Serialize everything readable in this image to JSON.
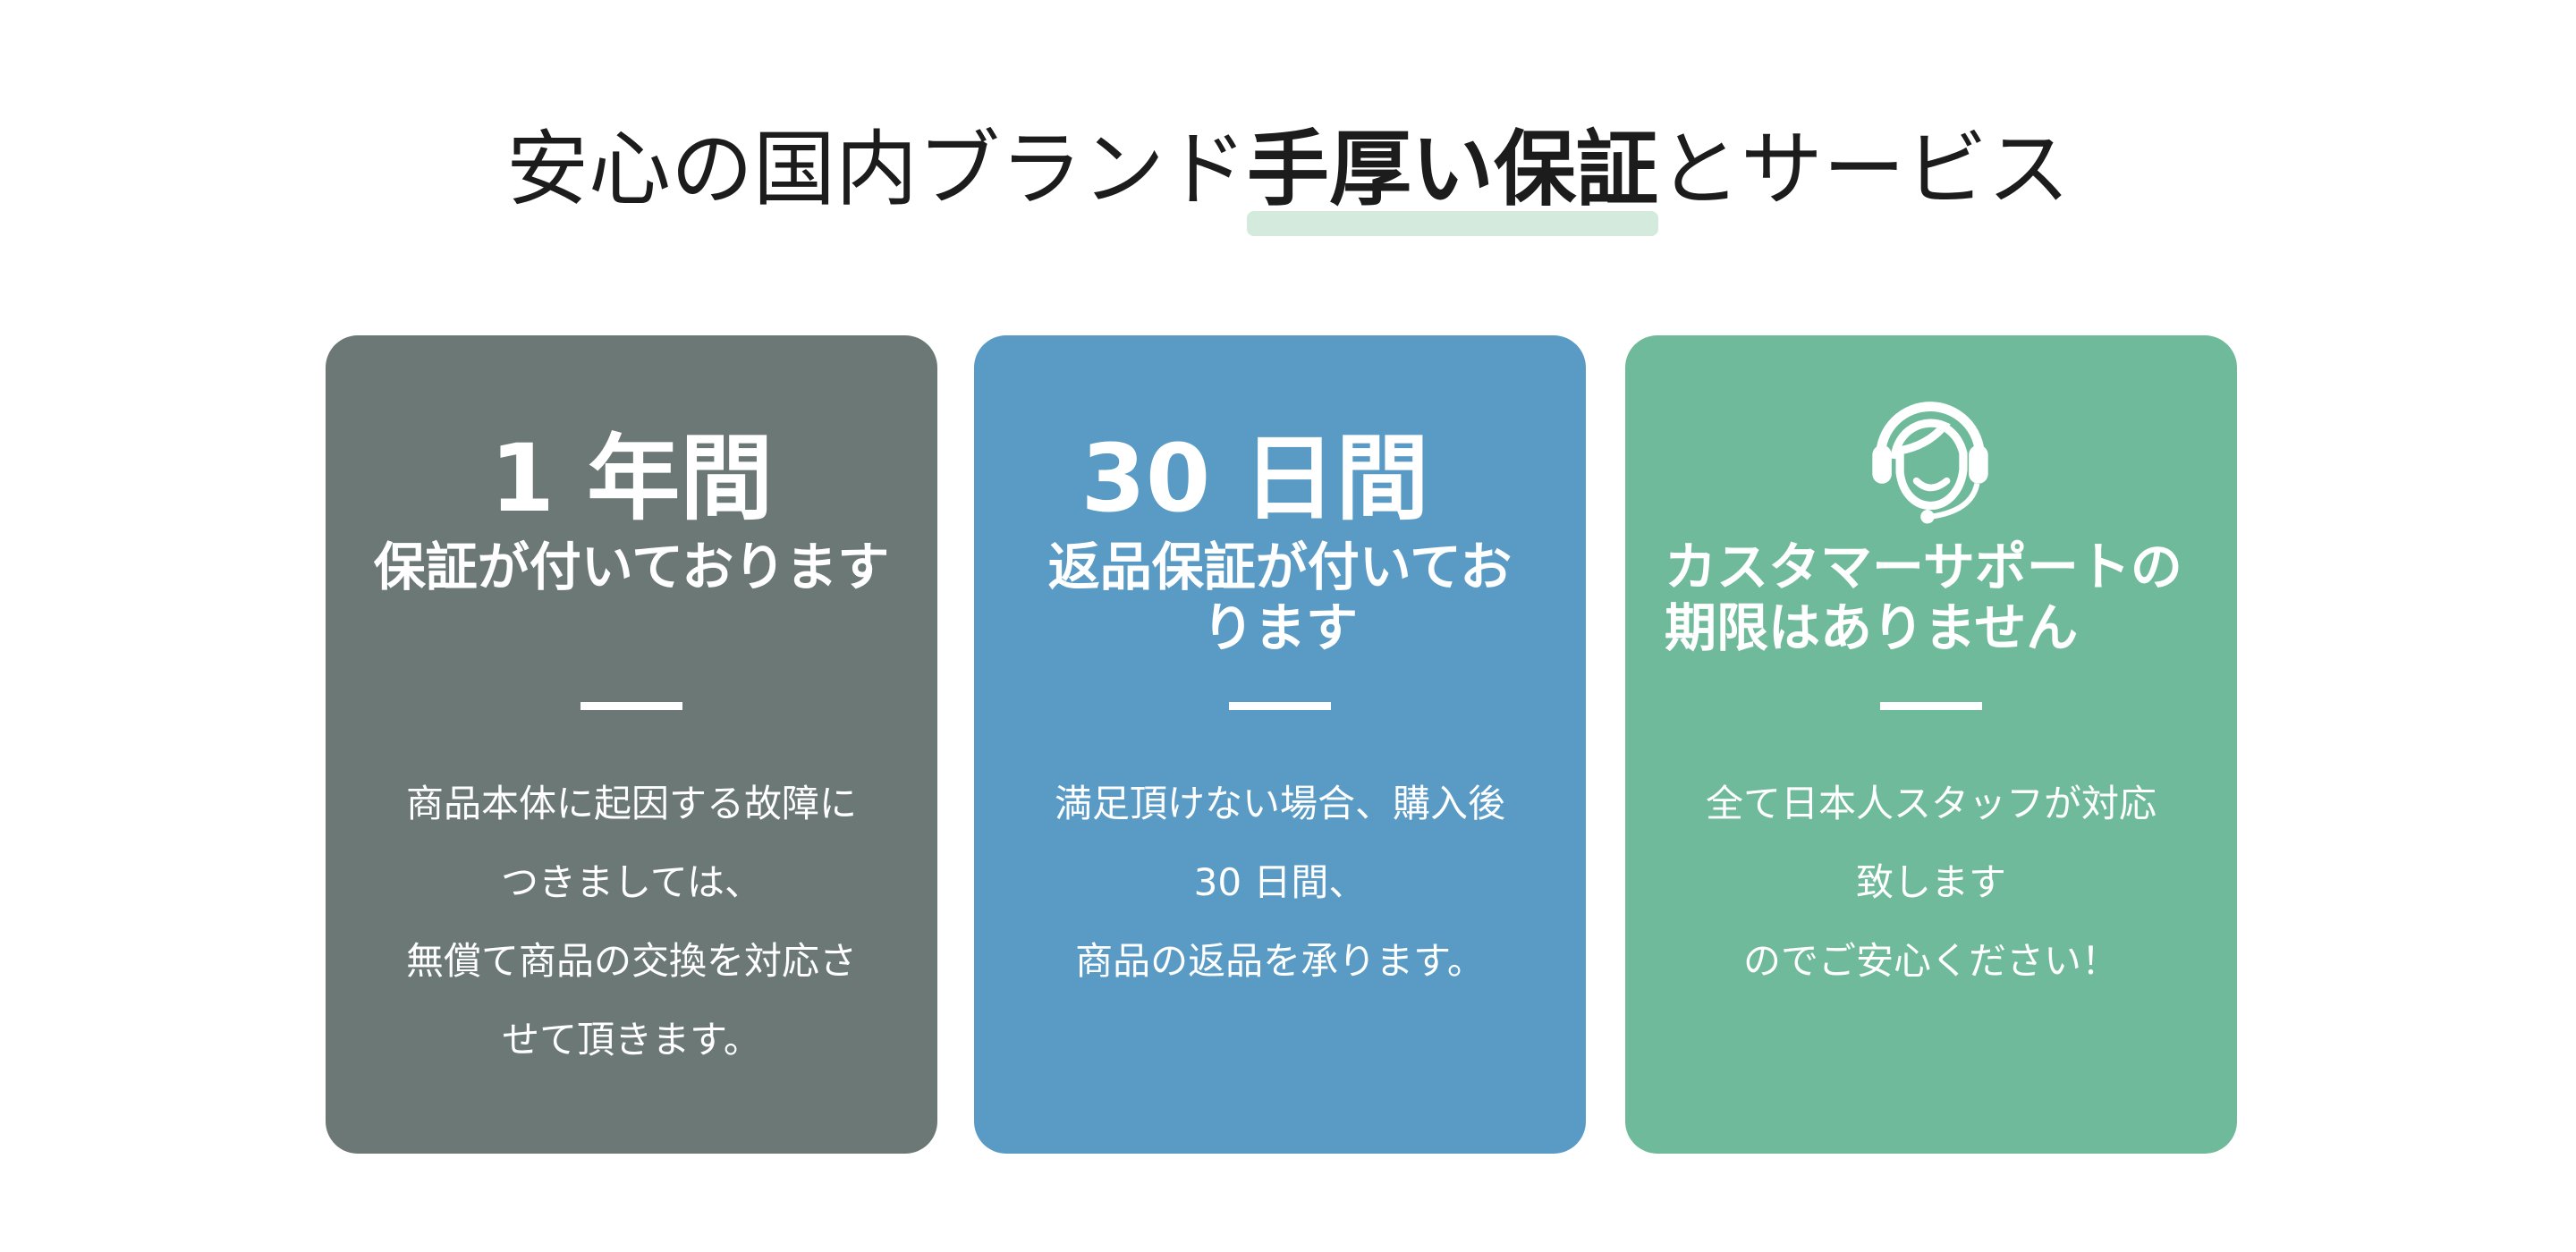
{
  "heading": {
    "prefix": "安心の国内ブランド",
    "highlight": "手厚い保証",
    "suffix": "とサービス"
  },
  "cards": [
    {
      "big": "1 年間",
      "sub": [
        "保証が付いております"
      ],
      "body": [
        "商品本体に起因する故障に",
        "つきましては、",
        "無償て商品の交換を対応さ",
        "せて頂きます。"
      ]
    },
    {
      "big": "30 日間",
      "sub": [
        "返品保証が付いてお",
        "ります"
      ],
      "body": [
        "満足頂けない場合、購入後",
        "30 日間、",
        "商品の返品を承ります。"
      ]
    },
    {
      "icon": "headset-support-icon",
      "sub": [
        "カスタマーサポートの",
        "期限はありません"
      ],
      "body": [
        "全て日本人スタッフが対応",
        "致します",
        "のでご安心ください！"
      ]
    }
  ],
  "colors": {
    "card1": "#6b7876",
    "card2": "#5a9bc6",
    "card3": "#6fba9a",
    "highlight": "#d3eadd"
  }
}
